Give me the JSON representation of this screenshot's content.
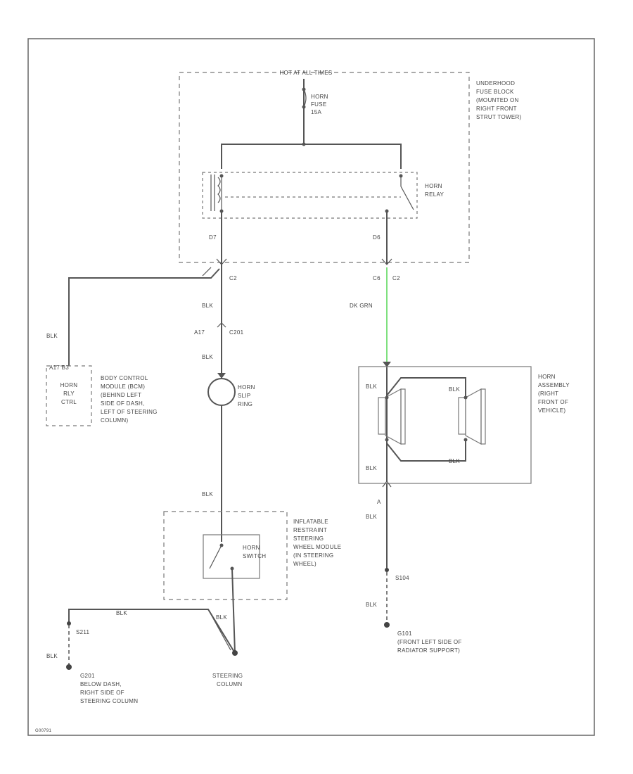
{
  "fuse_block": {
    "header": "HOT AT ALL TIMES",
    "fuse_name": "HORN",
    "fuse_word": "FUSE",
    "fuse_amp": "15A",
    "desc": [
      "UNDERHOOD",
      "FUSE BLOCK",
      "(MOUNTED ON",
      "RIGHT FRONT",
      "STRUT TOWER)"
    ],
    "relay_label": [
      "HORN",
      "RELAY"
    ],
    "pin_left": "D7",
    "pin_right": "D6"
  },
  "connectors": {
    "c2_left": "C2",
    "c2_right_a": "C6",
    "c2_right_b": "C2",
    "c201": "C201",
    "c201_pin": "A17",
    "bcm_pins": "A17  B3"
  },
  "wires": {
    "blk_1": "BLK",
    "blk_2": "BLK",
    "blk_3": "BLK",
    "blk_4": "BLK",
    "blk_5": "BLK",
    "blk_6": "BLK",
    "blk_7": "BLK",
    "blk_8": "BLK",
    "blk_9": "BLK",
    "blk_10": "BLK",
    "blk_11": "BLK",
    "dk_grn": "DK GRN"
  },
  "bcm": {
    "inner": [
      "HORN",
      "RLY",
      "CTRL"
    ],
    "desc": [
      "BODY CONTROL",
      "MODULE (BCM)",
      "(BEHIND LEFT",
      "SIDE OF DASH,",
      "LEFT OF STEERING",
      "COLUMN)"
    ]
  },
  "slip_ring": [
    "HORN",
    "SLIP",
    "RING"
  ],
  "horn_assembly": [
    "HORN",
    "ASSEMBLY",
    "(RIGHT",
    "FRONT OF",
    "VEHICLE)"
  ],
  "airbag_module": {
    "switch_label": [
      "HORN",
      "SWITCH"
    ],
    "desc": [
      "INFLATABLE",
      "RESTRAINT",
      "STEERING",
      "WHEEL MODULE",
      "(IN STEERING",
      "WHEEL)"
    ]
  },
  "splices": {
    "s104": "S104",
    "s211": "S211",
    "a_label": "A"
  },
  "grounds": {
    "g101": [
      "G101",
      "(FRONT LEFT SIDE OF",
      "RADIATOR SUPPORT)"
    ],
    "g201": [
      "G201",
      "BELOW DASH,",
      "RIGHT SIDE OF",
      "STEERING COLUMN"
    ],
    "steering_column": [
      "STEERING",
      "COLUMN"
    ]
  },
  "footer_code": "G00791",
  "colors": {
    "wire": "#555555",
    "highlight_wire": "#7ee07e",
    "background": "#ffffff"
  }
}
